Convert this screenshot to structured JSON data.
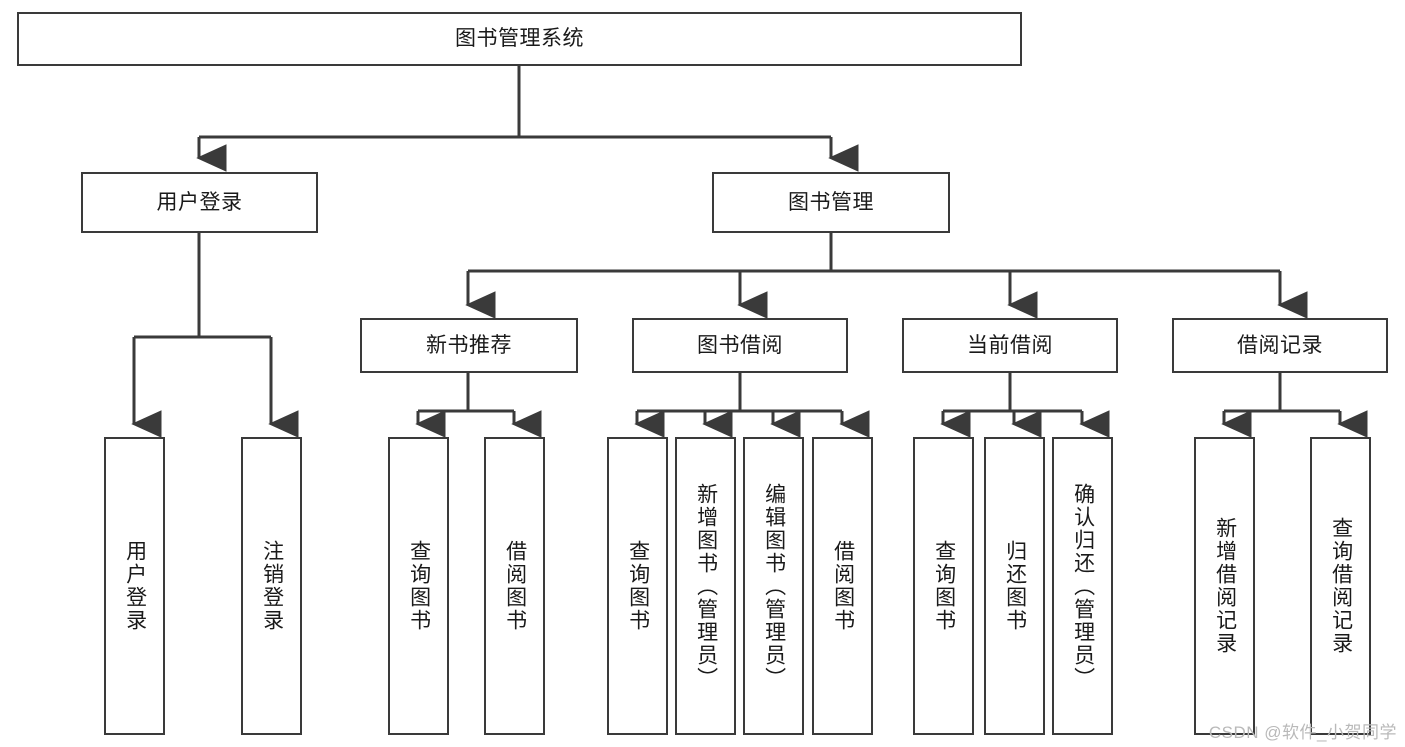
{
  "diagram": {
    "title": "图书管理系统",
    "type": "tree-hierarchy",
    "root": {
      "label": "图书管理系统"
    },
    "level2": [
      {
        "label": "用户登录"
      },
      {
        "label": "图书管理"
      }
    ],
    "level3": [
      {
        "label": "新书推荐"
      },
      {
        "label": "图书借阅"
      },
      {
        "label": "当前借阅"
      },
      {
        "label": "借阅记录"
      }
    ],
    "leaves": {
      "user_login": [
        {
          "label": "用户登录"
        },
        {
          "label": "注销登录"
        }
      ],
      "new_book_recommend": [
        {
          "label": "查询图书"
        },
        {
          "label": "借阅图书"
        }
      ],
      "book_borrow": [
        {
          "label": "查询图书"
        },
        {
          "label": "新增图书（管理员）"
        },
        {
          "label": "编辑图书（管理员）"
        },
        {
          "label": "借阅图书"
        }
      ],
      "current_borrow": [
        {
          "label": "查询图书"
        },
        {
          "label": "归还图书"
        },
        {
          "label": "确认归还（管理员）"
        }
      ],
      "borrow_record": [
        {
          "label": "新增借阅记录"
        },
        {
          "label": "查询借阅记录"
        }
      ]
    },
    "colors": {
      "stroke": "#3a3a3a",
      "fill": "#ffffff",
      "text": "#1a1a1a",
      "watermark": "#b9b9b9"
    }
  },
  "watermark": {
    "text": "CSDN @软件_小贺同学"
  }
}
